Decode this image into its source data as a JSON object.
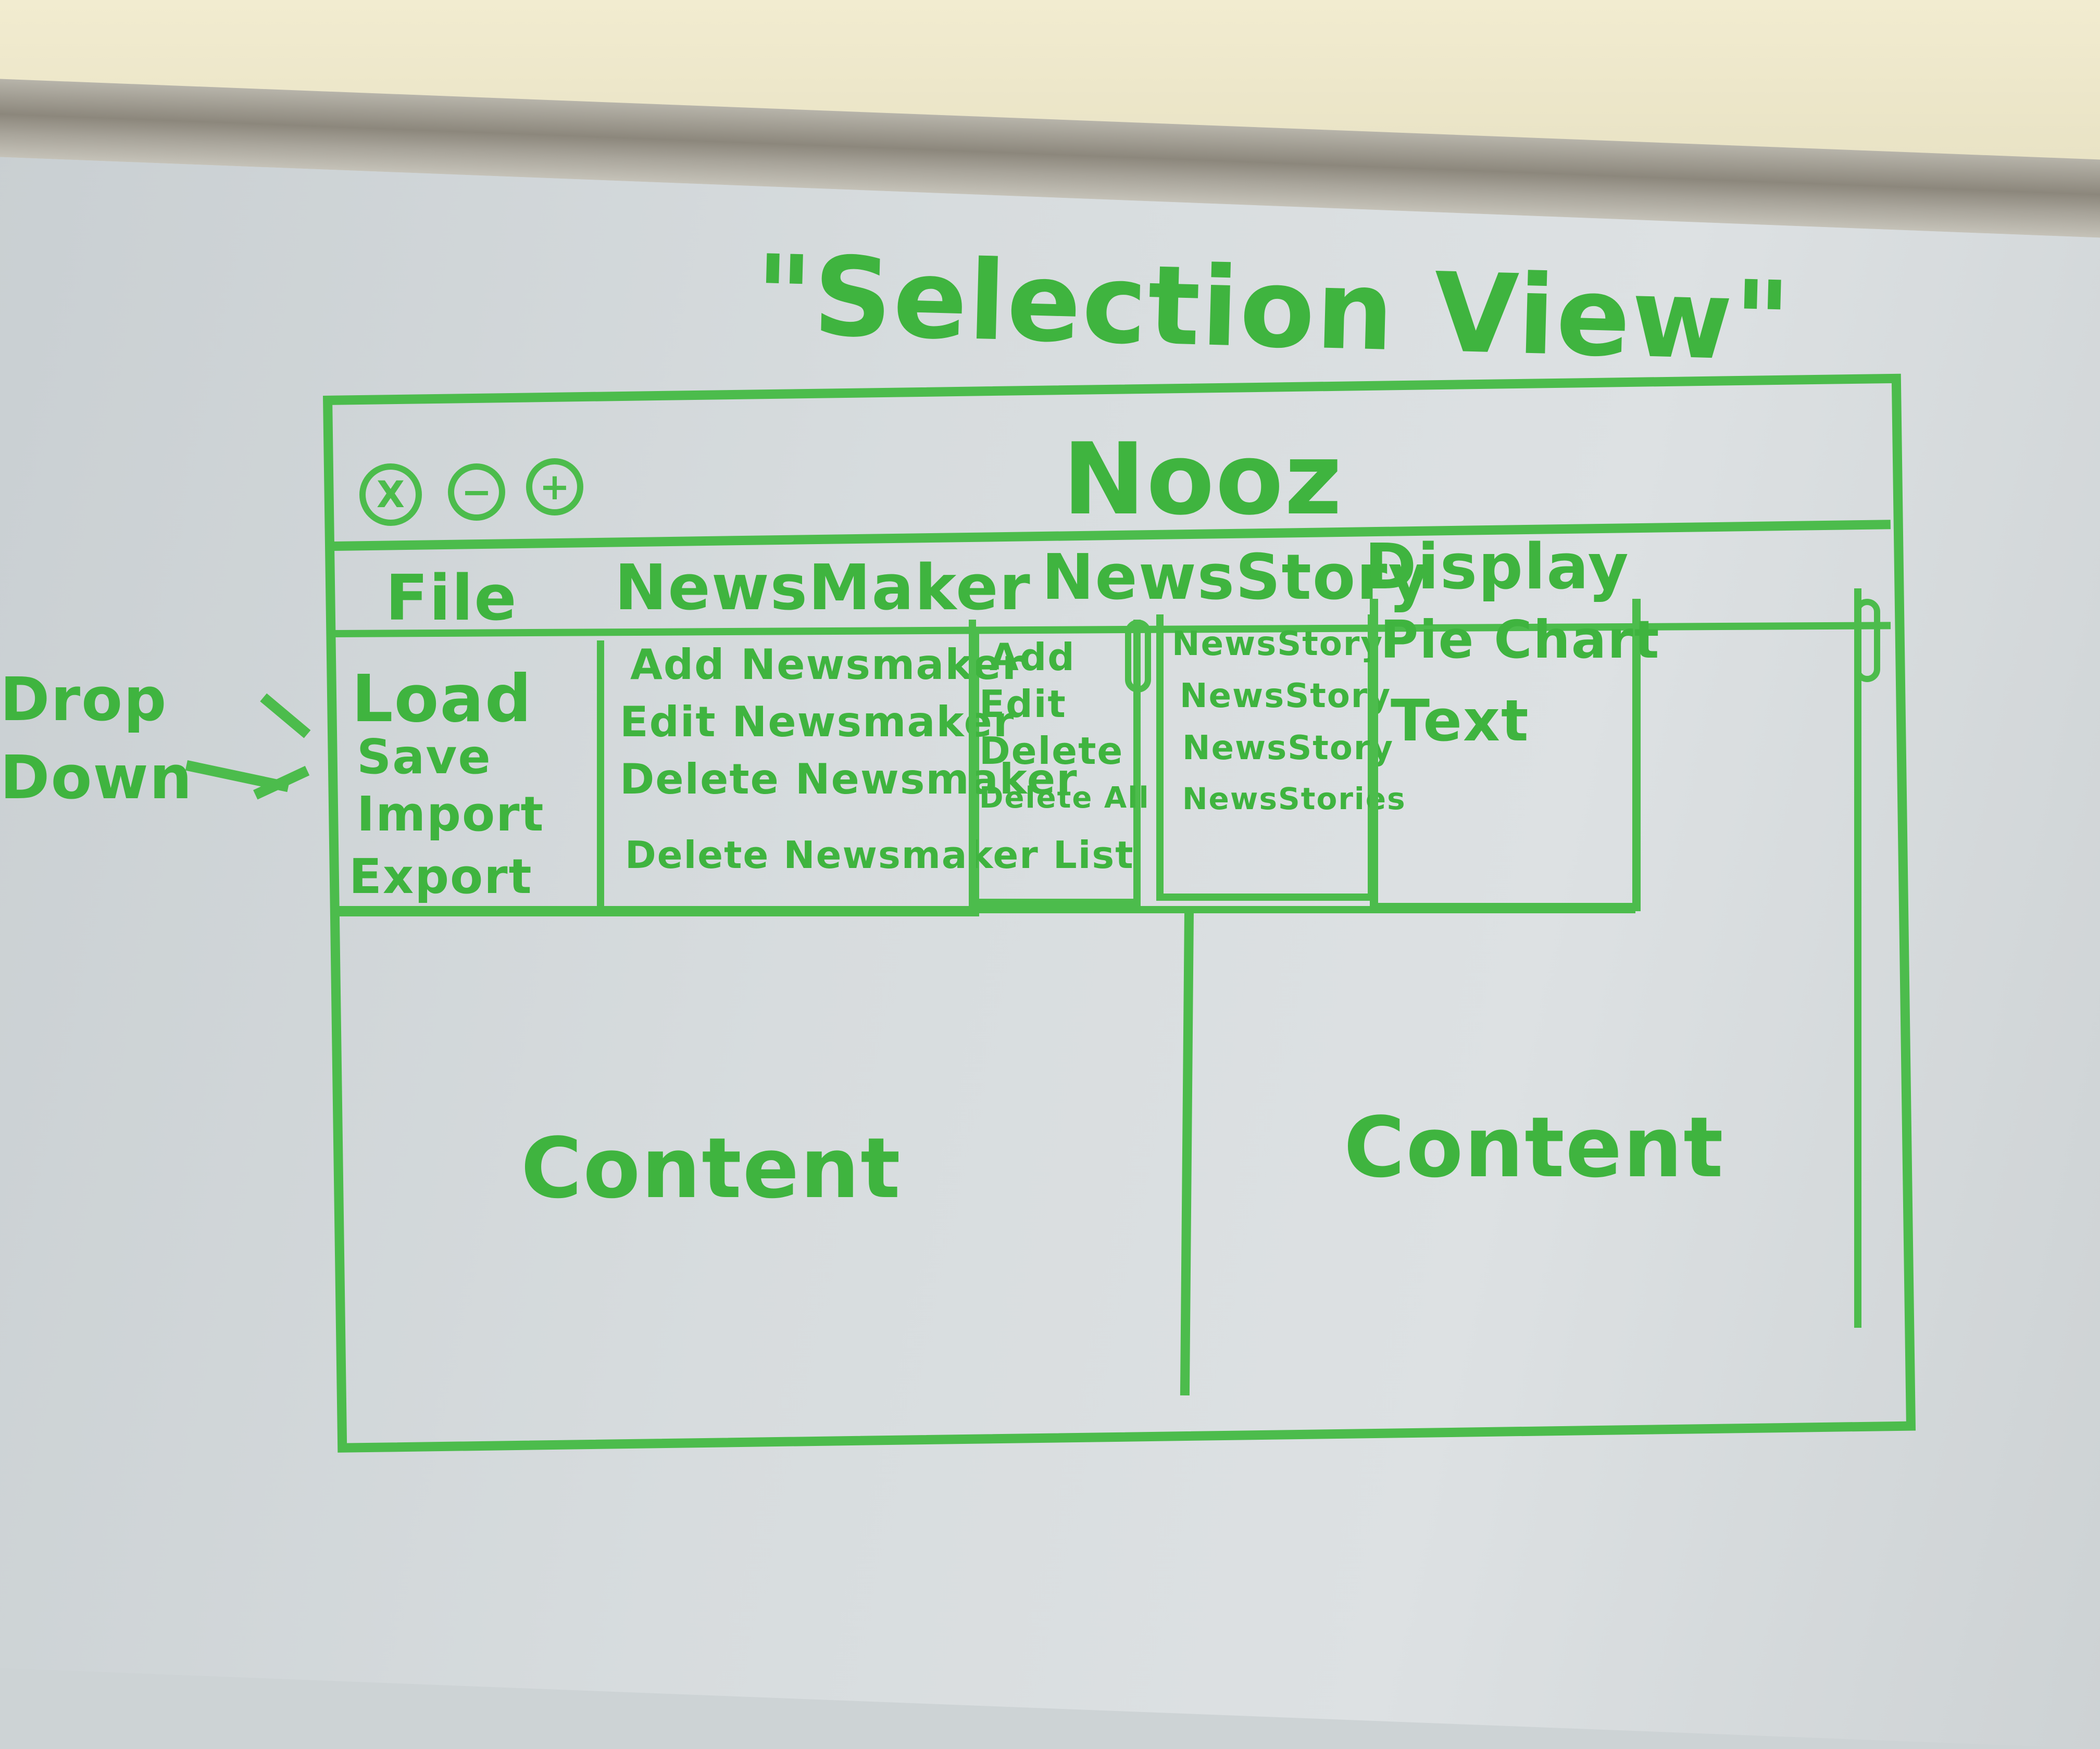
{
  "heading": "\"Selection View\"",
  "app_title": "Nooz",
  "window_controls": [
    "X",
    "−",
    "+"
  ],
  "menu_bar": [
    "File",
    "NewsMaker",
    "NewsStory",
    "Display"
  ],
  "dropdowns": {
    "file": [
      "Load",
      "Save",
      "Import",
      "Export"
    ],
    "newsmaker": [
      "Add Newsmaker",
      "Edit Newsmaker",
      "Delete Newsmaker",
      "Delete Newsmaker List"
    ],
    "newsstory_actions": [
      "Add",
      "Edit",
      "Delete",
      "Delete All"
    ],
    "newsstory_items": [
      "NewsStory",
      "NewsStory",
      "NewsStory",
      "NewsStories"
    ],
    "display": [
      "Pie Chart",
      "Text"
    ]
  },
  "side_note": "Drop Down",
  "content_left": "Content",
  "content_right": "Content",
  "colors": {
    "marker": "#4cbc4c",
    "board": "#d7dcde",
    "wall": "#f2ecd0"
  }
}
